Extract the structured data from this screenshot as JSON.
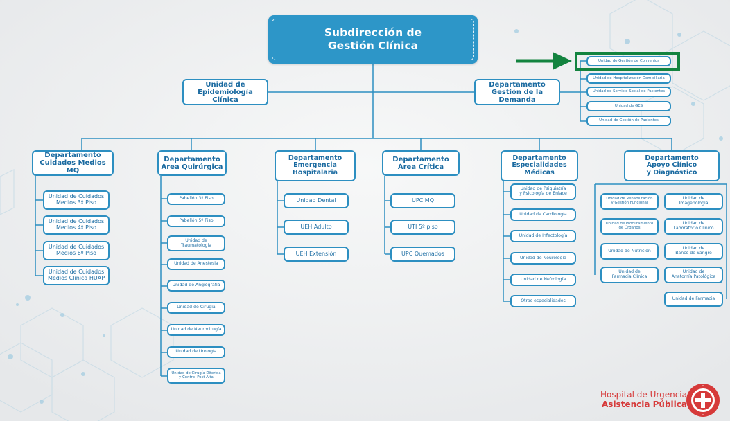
{
  "colors": {
    "accent": "#2d8fc1",
    "top_fill": "#2d96c8",
    "highlight": "#13833f",
    "brand_red": "#d63a3a"
  },
  "top": {
    "title": "Subdirección de\nGestión Clínica"
  },
  "unidad_epidemiologia": "Unidad de\nEpidemiología Clínica",
  "depto_demanda": "Departamento\nGestión de la Demanda",
  "demanda_units": [
    "Unidad de Gestión de Convenios",
    "Unidad de Hospitalización Domiciliaria",
    "Unidad de Servicio Social de Pacientes",
    "Unidad de GES",
    "Unidad de Gestión de Pacientes"
  ],
  "departments": [
    {
      "name": "Departamento\nCuidados Medios MQ",
      "units": [
        "Unidad de Cuidados\nMedios 3º Piso",
        "Unidad de Cuidados\nMedios 4º Piso",
        "Unidad de Cuidados\nMedios 6º Piso",
        "Unidad de Cuidados\nMedios Clínica HUAP"
      ]
    },
    {
      "name": "Departamento\nÁrea Quirúrgica",
      "units": [
        "Pabellón 3º Piso",
        "Pabellón 5º Piso",
        "Unidad de\nTraumatología",
        "Unidad de Anestesia",
        "Unidad de Angiografía",
        "Unidad de Cirugía",
        "Unidad de Neurocirugía",
        "Unidad de Urología",
        "Unidad de Cirugía Diferida\ny Control Post Alta"
      ]
    },
    {
      "name": "Departamento\nEmergencia\nHospitalaria",
      "units": [
        "Unidad Dental",
        "UEH Adulto",
        "UEH Extensión"
      ]
    },
    {
      "name": "Departamento\nÁrea Crítica",
      "units": [
        "UPC MQ",
        "UTI 5º piso",
        "UPC Quemados"
      ]
    },
    {
      "name": "Departamento\nEspecialidades\nMédicas",
      "units": [
        "Unidad de Psiquiatría\ny Psicología de Enlace",
        "Unidad de Cardiología",
        "Unidad de Infectología",
        "Unidad de Neurología",
        "Unidad de Nefrología",
        "Otras especialidades"
      ]
    },
    {
      "name": "Departamento\nApoyo Clínico\ny Diagnóstico",
      "units_left": [
        "Unidad de Rehabilitación\ny Gestión Funcional",
        "Unidad de Procuramiento\nde Órganos",
        "Unidad de Nutrición",
        "Unidad de\nFarmacia Clínica"
      ],
      "units_right": [
        "Unidad de\nImagenología",
        "Unidad de\nLaboratorio Clínico",
        "Unidad de\nBanco de Sangre",
        "Unidad de\nAnatomía Patológica",
        "Unidad de Farmacia"
      ]
    }
  ],
  "logo": {
    "line1": "Hospital de Urgencia",
    "line2": "Asistencia Pública",
    "seal_text": "HOSPITAL DE URGENCIA · ASISTENCIA PÚBLICA"
  }
}
